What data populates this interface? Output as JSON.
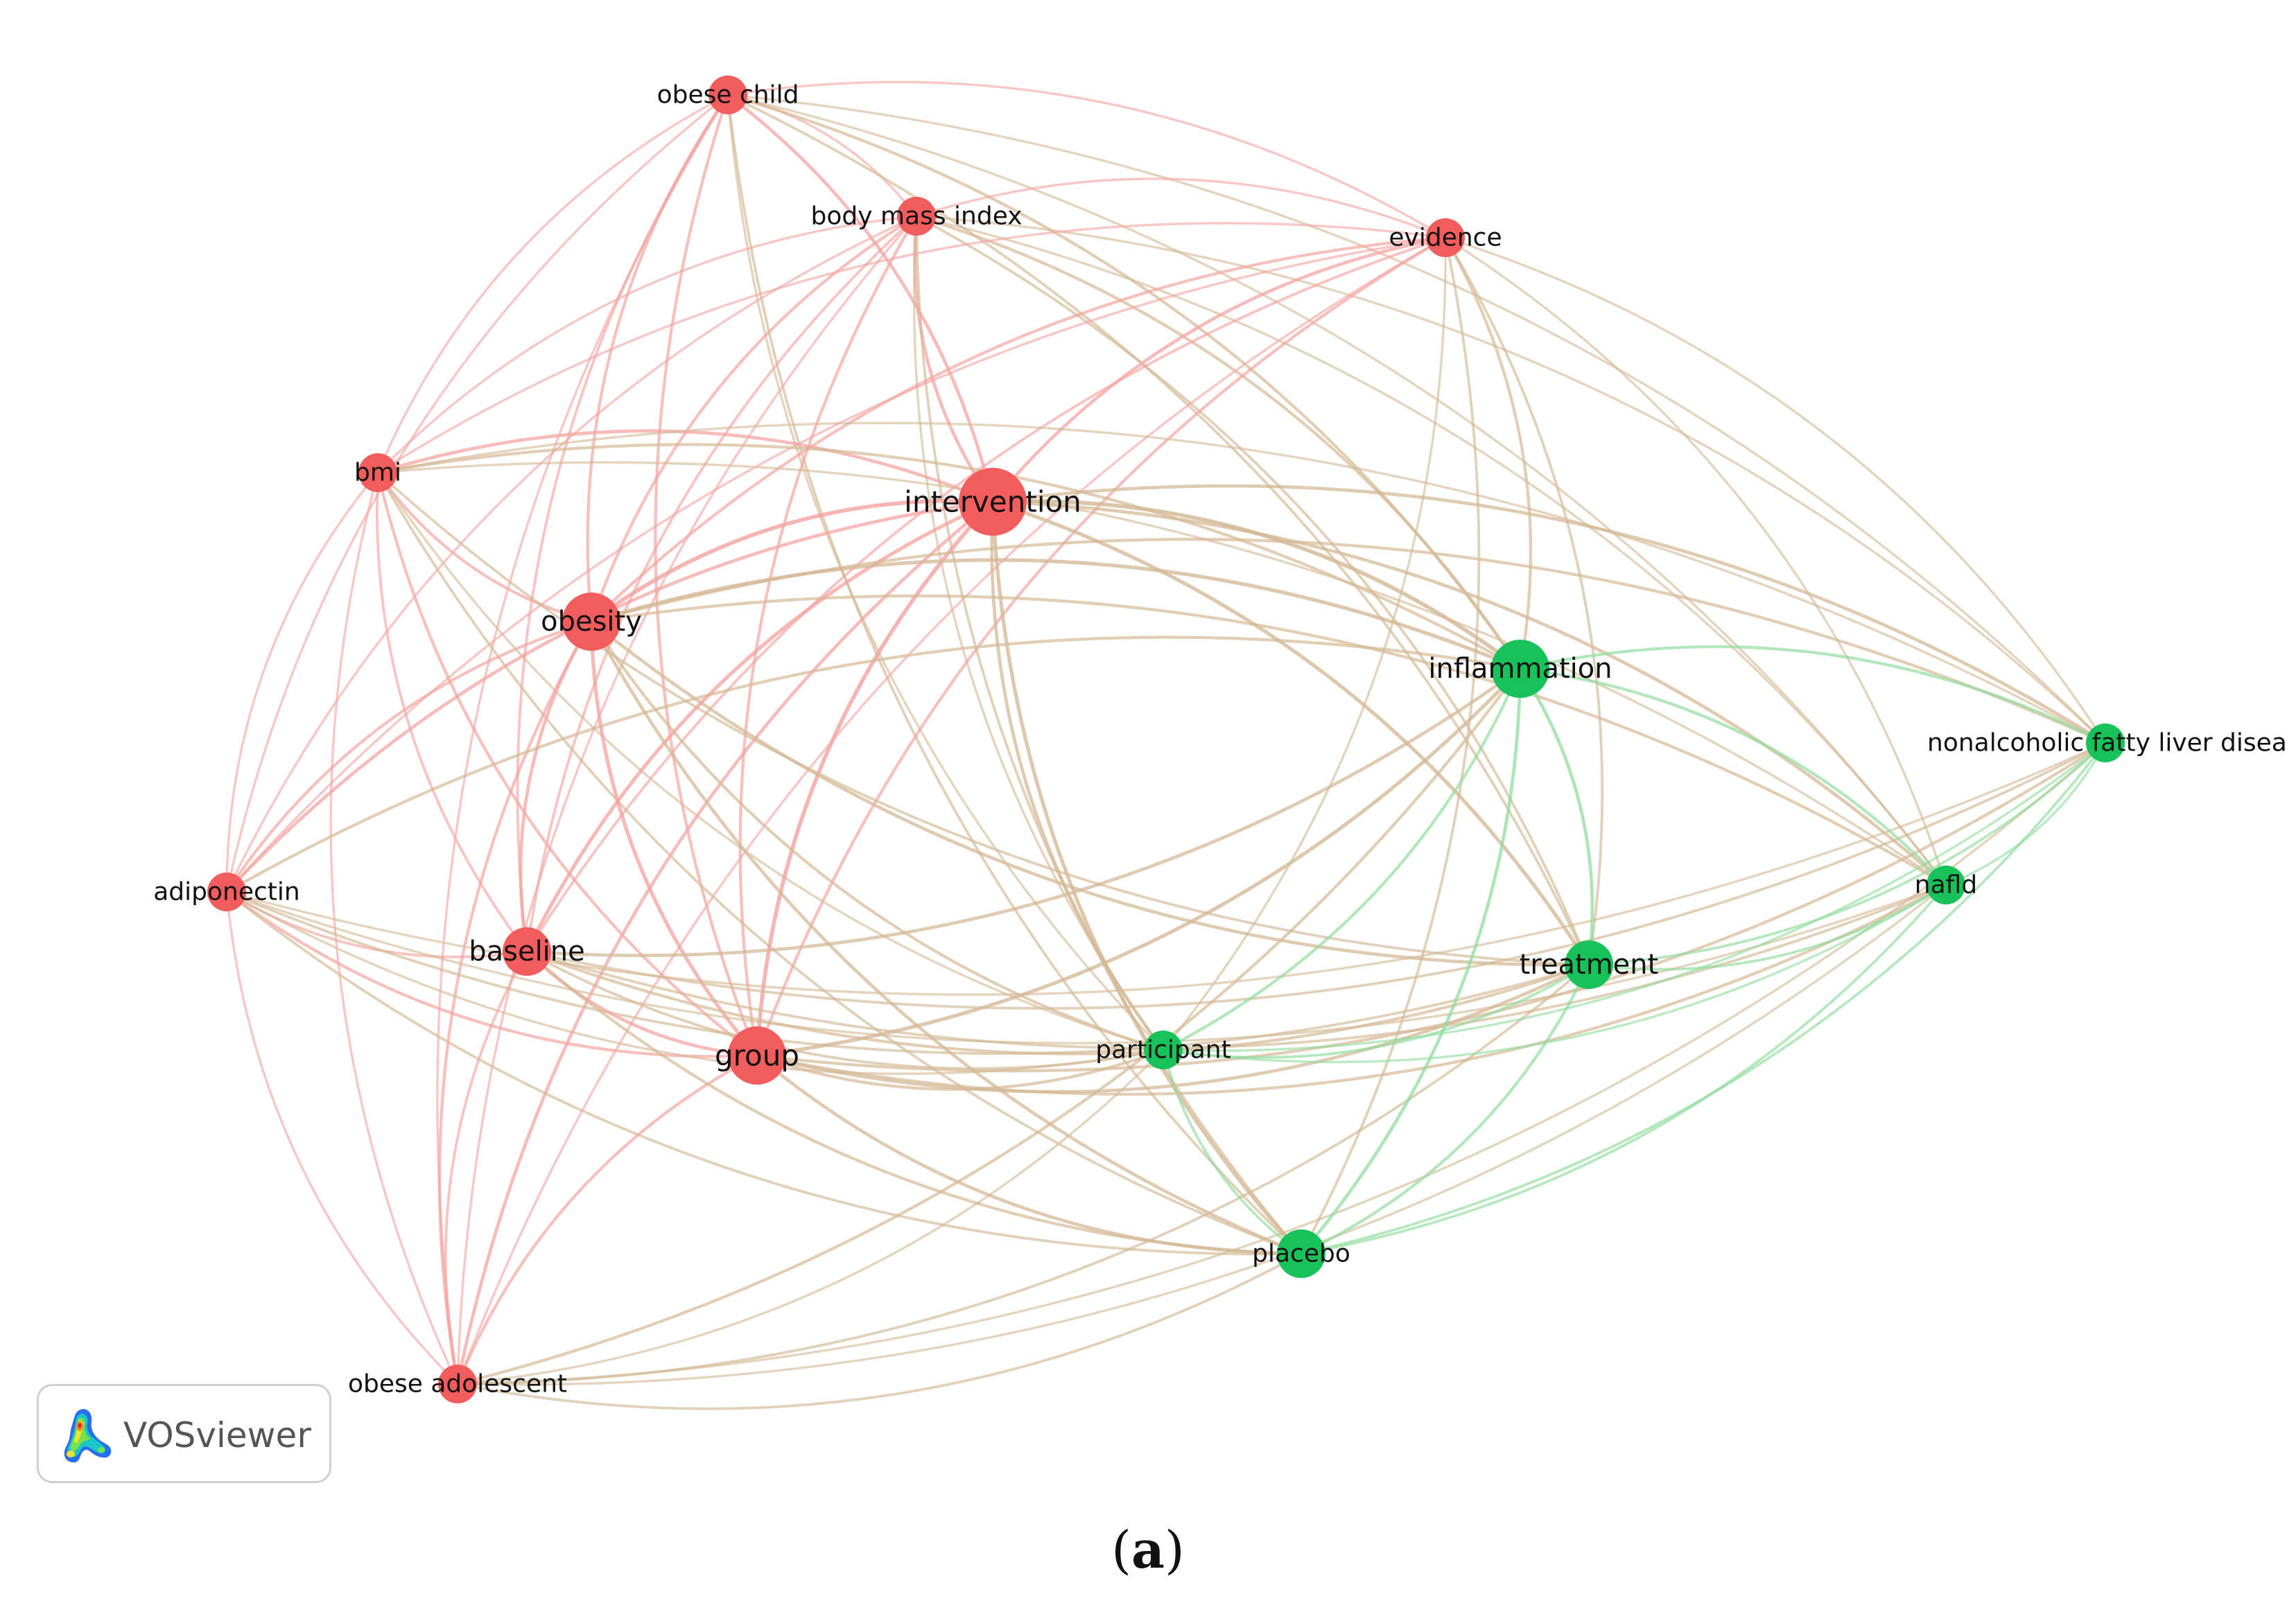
{
  "diagram": {
    "type": "co-occurrence network",
    "colors": {
      "cluster_red": "#f25c5c",
      "cluster_green": "#17c25a",
      "edge_red": "#f4a3a0",
      "edge_green": "#8fdc9c",
      "edge_mixed": "#d3b894"
    },
    "nodes": [
      {
        "id": "obese-child",
        "label": "obese child",
        "cluster": "red",
        "weight": 2
      },
      {
        "id": "body-mass-index",
        "label": "body mass index",
        "cluster": "red",
        "weight": 2
      },
      {
        "id": "evidence",
        "label": "evidence",
        "cluster": "red",
        "weight": 2
      },
      {
        "id": "bmi",
        "label": "bmi",
        "cluster": "red",
        "weight": 2
      },
      {
        "id": "intervention",
        "label": "intervention",
        "cluster": "red",
        "weight": 5
      },
      {
        "id": "obesity",
        "label": "obesity",
        "cluster": "red",
        "weight": 4
      },
      {
        "id": "adiponectin",
        "label": "adiponectin",
        "cluster": "red",
        "weight": 2
      },
      {
        "id": "baseline",
        "label": "baseline",
        "cluster": "red",
        "weight": 3
      },
      {
        "id": "group",
        "label": "group",
        "cluster": "red",
        "weight": 4
      },
      {
        "id": "obese-adolescent",
        "label": "obese adolescent",
        "cluster": "red",
        "weight": 2
      },
      {
        "id": "inflammation",
        "label": "inflammation",
        "cluster": "green",
        "weight": 4
      },
      {
        "id": "nafld-long",
        "label": "nonalcoholic fatty liver disea",
        "cluster": "green",
        "weight": 2
      },
      {
        "id": "nafld",
        "label": "nafld",
        "cluster": "green",
        "weight": 2
      },
      {
        "id": "treatment",
        "label": "treatment",
        "cluster": "green",
        "weight": 3
      },
      {
        "id": "participant",
        "label": "participant",
        "cluster": "green",
        "weight": 2
      },
      {
        "id": "placebo",
        "label": "placebo",
        "cluster": "green",
        "weight": 3
      }
    ]
  },
  "logo": {
    "text": "VOSviewer",
    "icon": "vosviewer-density-icon"
  },
  "caption": {
    "open": "(",
    "letter": "a",
    "close": ")"
  }
}
